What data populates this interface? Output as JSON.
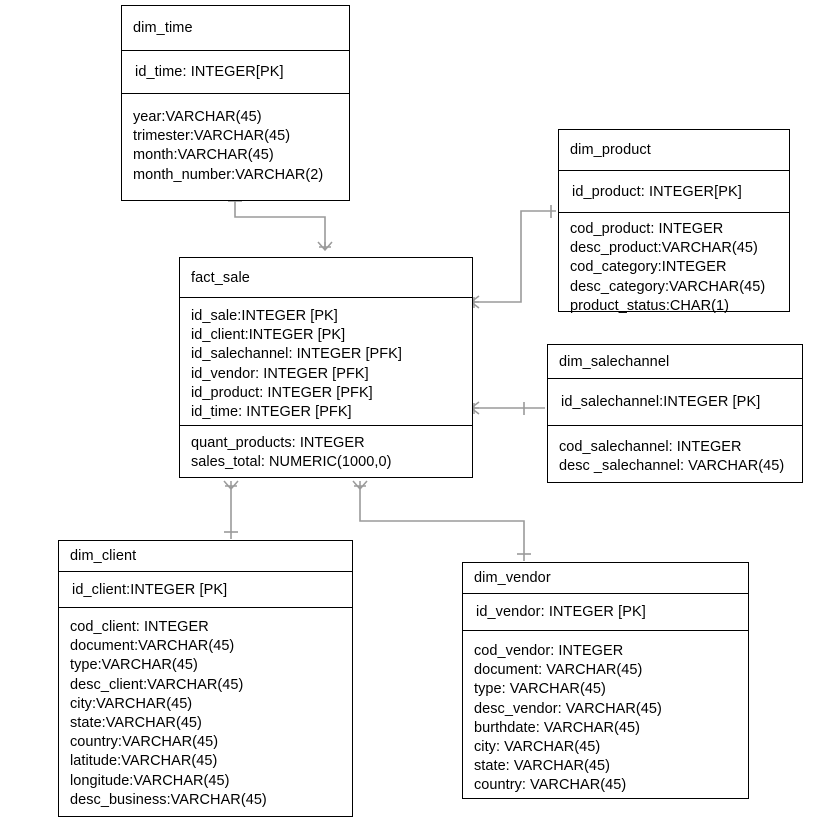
{
  "diagram": {
    "title": "Star schema ER diagram",
    "notation": "crow's foot",
    "line_color": "#9a9a9a",
    "box_border_color": "#000000",
    "background": "#ffffff"
  },
  "entities": {
    "dim_time": {
      "name": "dim_time",
      "pk": "id_time: INTEGER[PK]",
      "attributes": [
        "year:VARCHAR(45)",
        "trimester:VARCHAR(45)",
        "month:VARCHAR(45)",
        "month_number:VARCHAR(2)"
      ]
    },
    "dim_product": {
      "name": "dim_product",
      "pk": "id_product: INTEGER[PK]",
      "attributes": [
        "cod_product: INTEGER",
        "desc_product:VARCHAR(45)",
        "cod_category:INTEGER",
        "desc_category:VARCHAR(45)",
        "product_status:CHAR(1)"
      ]
    },
    "fact_sale": {
      "name": "fact_sale",
      "keys": [
        "id_sale:INTEGER [PK]",
        "id_client:INTEGER [PK]",
        "id_salechannel: INTEGER [PFK]",
        "id_vendor: INTEGER [PFK]",
        "id_product: INTEGER [PFK]",
        "id_time: INTEGER [PFK]"
      ],
      "measures": [
        "quant_products: INTEGER",
        "sales_total: NUMERIC(1000,0)"
      ]
    },
    "dim_salechannel": {
      "name": "dim_salechannel",
      "pk": "id_salechannel:INTEGER [PK]",
      "attributes": [
        "cod_salechannel: INTEGER",
        "desc _salechannel: VARCHAR(45)"
      ]
    },
    "dim_client": {
      "name": "dim_client",
      "pk": "id_client:INTEGER [PK]",
      "attributes": [
        "cod_client: INTEGER",
        "document:VARCHAR(45)",
        "type:VARCHAR(45)",
        "desc_client:VARCHAR(45)",
        "city:VARCHAR(45)",
        "state:VARCHAR(45)",
        "country:VARCHAR(45)",
        "latitude:VARCHAR(45)",
        "longitude:VARCHAR(45)",
        "desc_business:VARCHAR(45)"
      ]
    },
    "dim_vendor": {
      "name": "dim_vendor",
      "pk": "id_vendor: INTEGER [PK]",
      "attributes": [
        "cod_vendor: INTEGER",
        "document: VARCHAR(45)",
        "type: VARCHAR(45)",
        "desc_vendor: VARCHAR(45)",
        "burthdate: VARCHAR(45)",
        "city: VARCHAR(45)",
        "state: VARCHAR(45)",
        "country: VARCHAR(45)"
      ]
    }
  },
  "relationships": [
    {
      "id": "rel-time-sale",
      "from": "dim_time",
      "to": "fact_sale",
      "from_cardinality": "one",
      "to_cardinality": "many"
    },
    {
      "id": "rel-product-sale",
      "from": "dim_product",
      "to": "fact_sale",
      "from_cardinality": "one",
      "to_cardinality": "many"
    },
    {
      "id": "rel-salechannel-sale",
      "from": "dim_salechannel",
      "to": "fact_sale",
      "from_cardinality": "one",
      "to_cardinality": "many"
    },
    {
      "id": "rel-client-sale",
      "from": "dim_client",
      "to": "fact_sale",
      "from_cardinality": "one",
      "to_cardinality": "many"
    },
    {
      "id": "rel-vendor-sale",
      "from": "dim_vendor",
      "to": "fact_sale",
      "from_cardinality": "one",
      "to_cardinality": "many"
    }
  ]
}
